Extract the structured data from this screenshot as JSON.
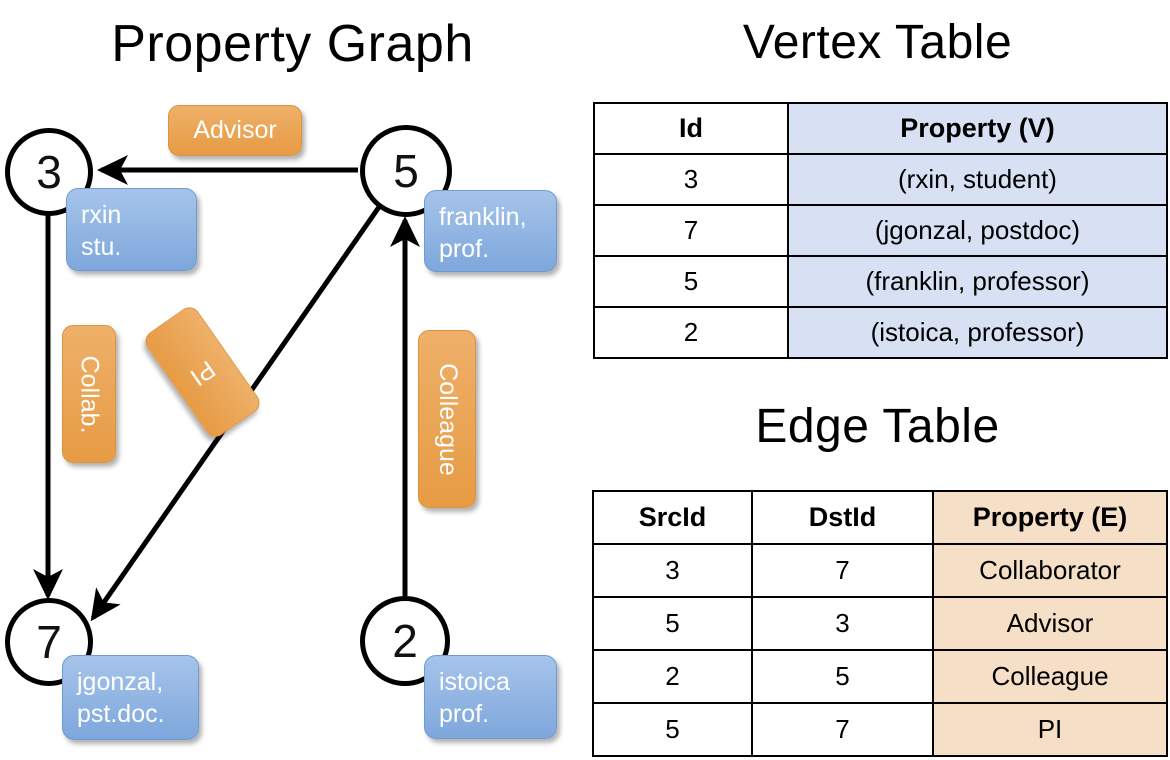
{
  "titles": {
    "property_graph": "Property Graph",
    "vertex_table": "Vertex Table",
    "edge_table": "Edge Table"
  },
  "graph": {
    "vertices": [
      {
        "id": "3",
        "property_line1": "rxin",
        "property_line2": "stu."
      },
      {
        "id": "5",
        "property_line1": "franklin,",
        "property_line2": "prof."
      },
      {
        "id": "7",
        "property_line1": "jgonzal,",
        "property_line2": "pst.doc."
      },
      {
        "id": "2",
        "property_line1": "istoica",
        "property_line2": "prof."
      }
    ],
    "edge_labels": [
      {
        "name": "advisor",
        "label": "Advisor"
      },
      {
        "name": "collab",
        "label": "Collab."
      },
      {
        "name": "pi",
        "label": "PI"
      },
      {
        "name": "colleague",
        "label": "Colleague"
      }
    ]
  },
  "vertex_table": {
    "headers": [
      "Id",
      "Property (V)"
    ],
    "rows": [
      {
        "id": "3",
        "property": "(rxin, student)"
      },
      {
        "id": "7",
        "property": "(jgonzal, postdoc)"
      },
      {
        "id": "5",
        "property": "(franklin, professor)"
      },
      {
        "id": "2",
        "property": "(istoica, professor)"
      }
    ]
  },
  "edge_table": {
    "headers": [
      "SrcId",
      "DstId",
      "Property (E)"
    ],
    "rows": [
      {
        "src": "3",
        "dst": "7",
        "property": "Collaborator"
      },
      {
        "src": "5",
        "dst": "3",
        "property": "Advisor"
      },
      {
        "src": "2",
        "dst": "5",
        "property": "Colleague"
      },
      {
        "src": "5",
        "dst": "7",
        "property": "PI"
      }
    ]
  },
  "colors": {
    "vertex_property_blue": "#7ea7dc",
    "edge_label_orange": "#e79b44",
    "table_blue_cell": "#d7e1f3",
    "table_orange_cell": "#f5dfc7",
    "stroke": "#000000"
  }
}
